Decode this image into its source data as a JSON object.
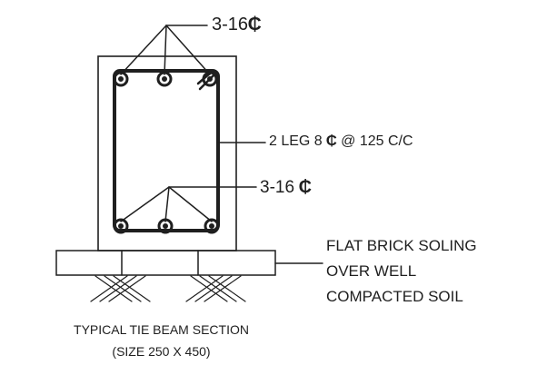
{
  "labels": {
    "top_bars_prefix": "3-16",
    "bar_symbol": "₵",
    "stirrup_prefix": "2 LEG 8",
    "stirrup_suffix": "@ 125 C/C",
    "bottom_bars_prefix": "3-16",
    "soling_line1": "FLAT BRICK SOLING",
    "soling_line2": "OVER WELL",
    "soling_line3": "COMPACTED SOIL"
  },
  "caption": {
    "title": "TYPICAL TIE BEAM SECTION",
    "size": "(SIZE 250 X 450)"
  },
  "colors": {
    "ink": "#1f1f1f",
    "background": "#ffffff"
  }
}
